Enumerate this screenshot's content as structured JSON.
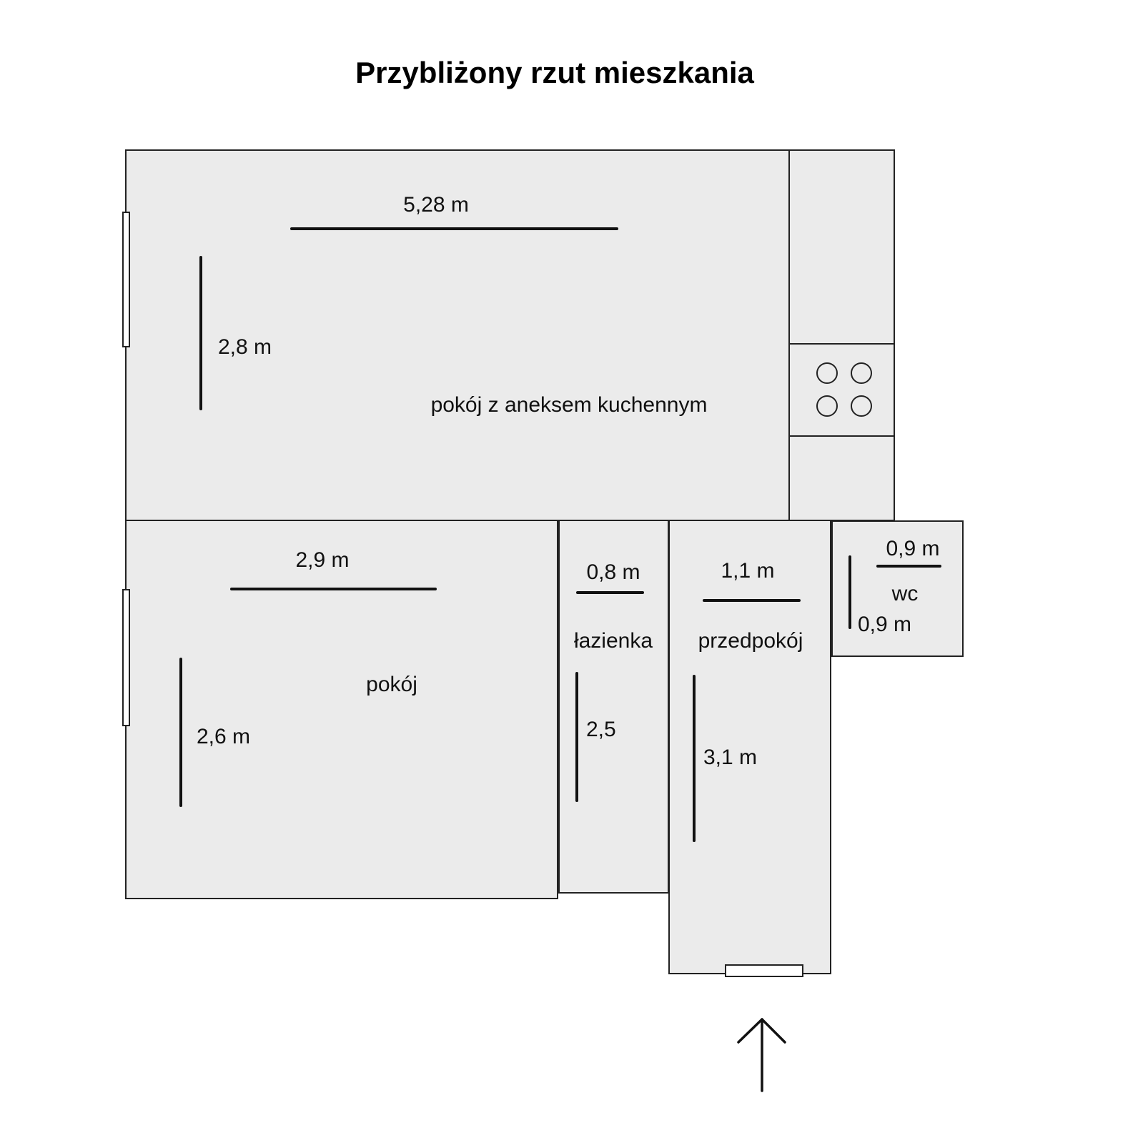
{
  "title": "Przybliżony rzut mieszkania",
  "rooms": {
    "living_kitchen": {
      "name": "pokój z aneksem kuchennym",
      "width": "5,28 m",
      "depth": "2,8 m"
    },
    "room": {
      "name": "pokój",
      "width": "2,9 m",
      "depth": "2,6 m"
    },
    "bathroom": {
      "name": "łazienka",
      "width": "0,8 m",
      "depth": "2,5"
    },
    "hallway": {
      "name": "przedpokój",
      "width": "1,1 m",
      "depth": "3,1 m"
    },
    "wc": {
      "name": "wc",
      "width": "0,9 m",
      "depth": "0,9 m"
    }
  },
  "icons": {
    "stove": "stove-icon",
    "entrance": "entrance-arrow-icon"
  },
  "colors": {
    "room_fill": "#ebebeb",
    "wall": "#222222",
    "dimension_line": "#111111"
  }
}
